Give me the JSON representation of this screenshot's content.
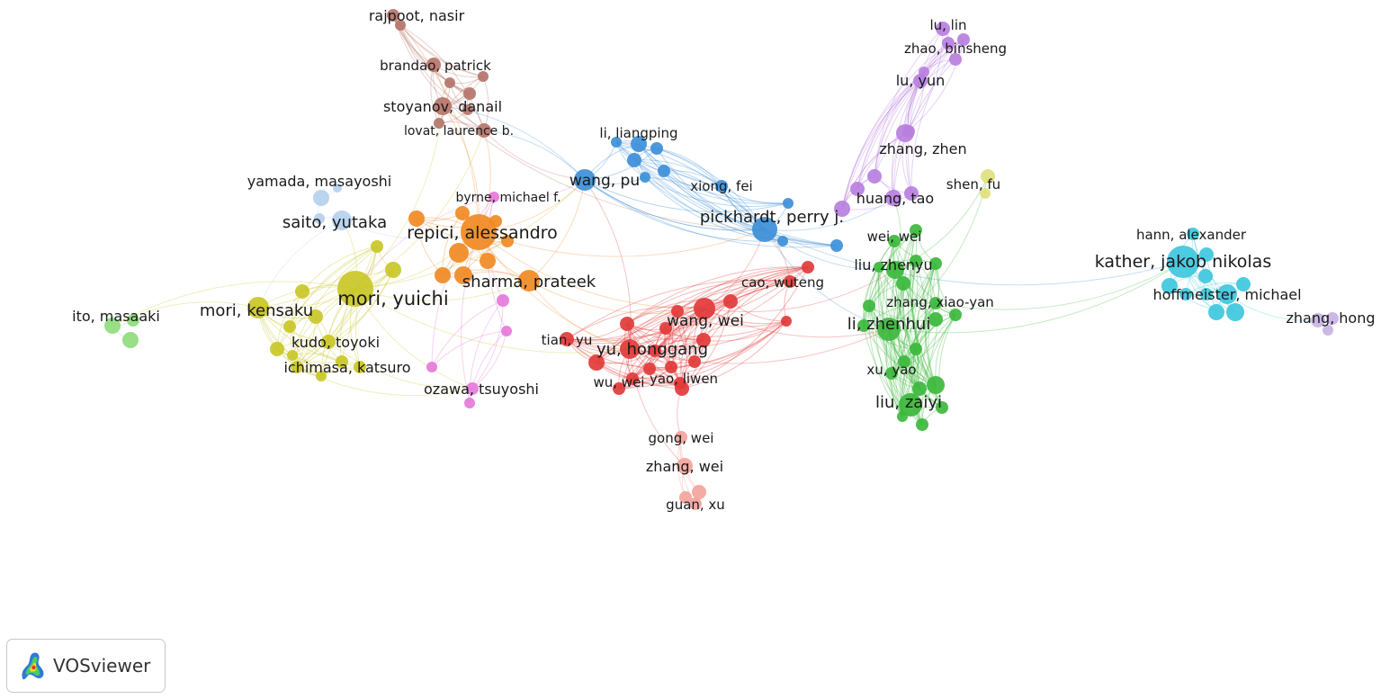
{
  "diagram": {
    "type": "co-authorship network",
    "clusters": [
      {
        "id": "yellow",
        "color": "#c9c727",
        "label": "mori, yuichi cluster"
      },
      {
        "id": "orange",
        "color": "#f08a24",
        "label": "repici, alessandro cluster"
      },
      {
        "id": "brown",
        "color": "#b5746a",
        "label": "stoyanov, danail cluster"
      },
      {
        "id": "blue",
        "color": "#3d8fd8",
        "label": "wang, pu cluster"
      },
      {
        "id": "red",
        "color": "#e23a3a",
        "label": "yu, honggang cluster"
      },
      {
        "id": "green",
        "color": "#3cb83c",
        "label": "li, zhenhui cluster"
      },
      {
        "id": "purple",
        "color": "#b87fe0",
        "label": "zhang, zhen cluster"
      },
      {
        "id": "cyan",
        "color": "#3ec7dd",
        "label": "kather, jakob nikolas cluster"
      },
      {
        "id": "lightblue",
        "color": "#b5d0ee",
        "label": "saito, yutaka cluster"
      },
      {
        "id": "lightgreen",
        "color": "#8fdc7e",
        "label": "ito, masaaki cluster"
      },
      {
        "id": "pink",
        "color": "#e57ad9",
        "label": "ozawa, tsuyoshi cluster"
      },
      {
        "id": "salmon",
        "color": "#f2a49c",
        "label": "zhang, wei cluster"
      },
      {
        "id": "olive",
        "color": "#dfe07e",
        "label": "shen, fu cluster"
      },
      {
        "id": "lavender",
        "color": "#c8b2e2",
        "label": "zhang, hong cluster"
      }
    ],
    "labels": [
      "rajpoot, nasir",
      "brandao, patrick",
      "stoyanov, danail",
      "lovat, laurence b.",
      "yamada, masayoshi",
      "saito, yutaka",
      "byrne, michael f.",
      "repici, alessandro",
      "sharma, prateek",
      "mori, yuichi",
      "mori, kensaku",
      "ito, masaaki",
      "kudo, toyoki",
      "ichimasa, katsuro",
      "ozawa, tsuyoshi",
      "li, liangping",
      "wang, pu",
      "xiong, fei",
      "pickhardt, perry j.",
      "cao, wuteng",
      "wang, wei",
      "tian, yu",
      "yu, honggang",
      "wu, wei",
      "yao, liwen",
      "gong, wei",
      "zhang, wei",
      "guan, xu",
      "lu, lin",
      "zhao, binsheng",
      "lu, yun",
      "zhang, zhen",
      "shen, fu",
      "huang, tao",
      "wei, wei",
      "liu, zhenyu",
      "zhang, xiao-yan",
      "li, zhenhui",
      "xu, yao",
      "liu, zaiyi",
      "hann, alexander",
      "kather, jakob nikolas",
      "hoffmeister, michael",
      "zhang, hong"
    ]
  },
  "logo": {
    "text": "VOSviewer"
  }
}
